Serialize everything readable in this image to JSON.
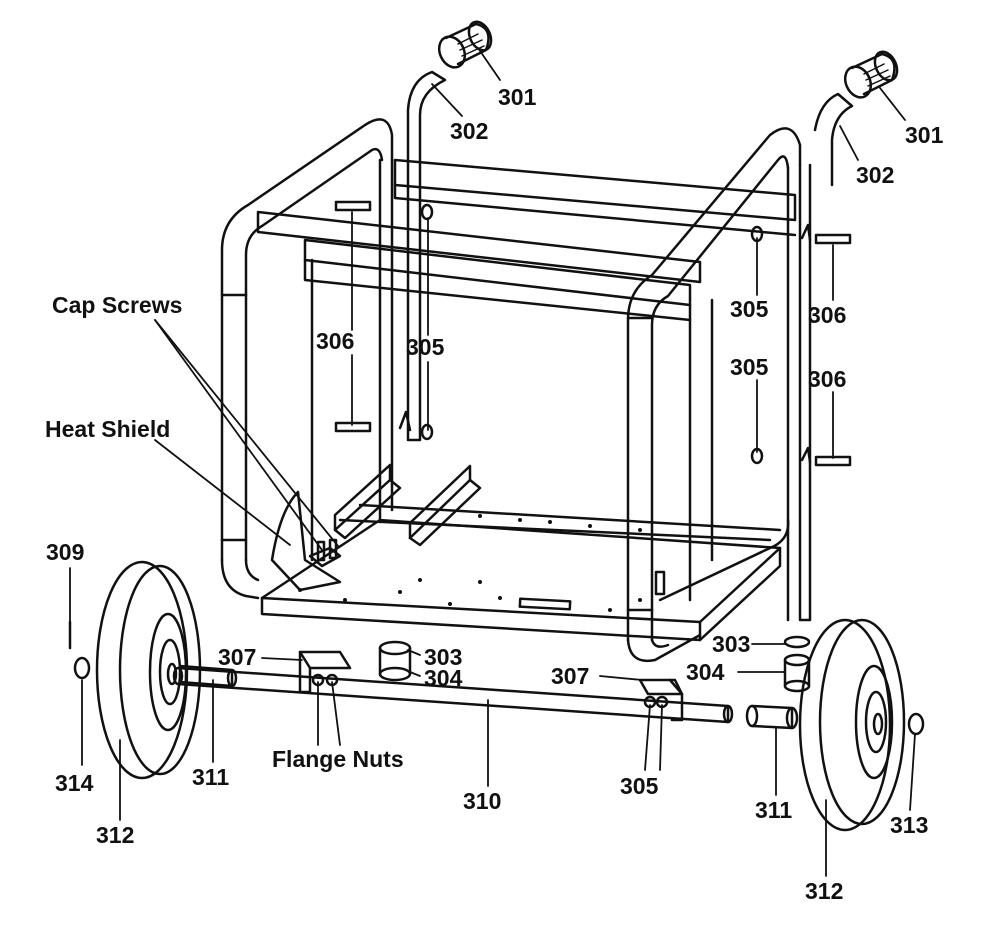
{
  "diagram": {
    "text_labels": {
      "cap_screws": "Cap Screws",
      "heat_shield": "Heat Shield",
      "flange_nuts": "Flange Nuts"
    },
    "part_numbers": [
      "301",
      "301",
      "302",
      "302",
      "306",
      "305",
      "305",
      "306",
      "305",
      "306",
      "309",
      "307",
      "303",
      "304",
      "307",
      "303",
      "304",
      "314",
      "311",
      "312",
      "310",
      "305",
      "311",
      "313",
      "312"
    ]
  }
}
